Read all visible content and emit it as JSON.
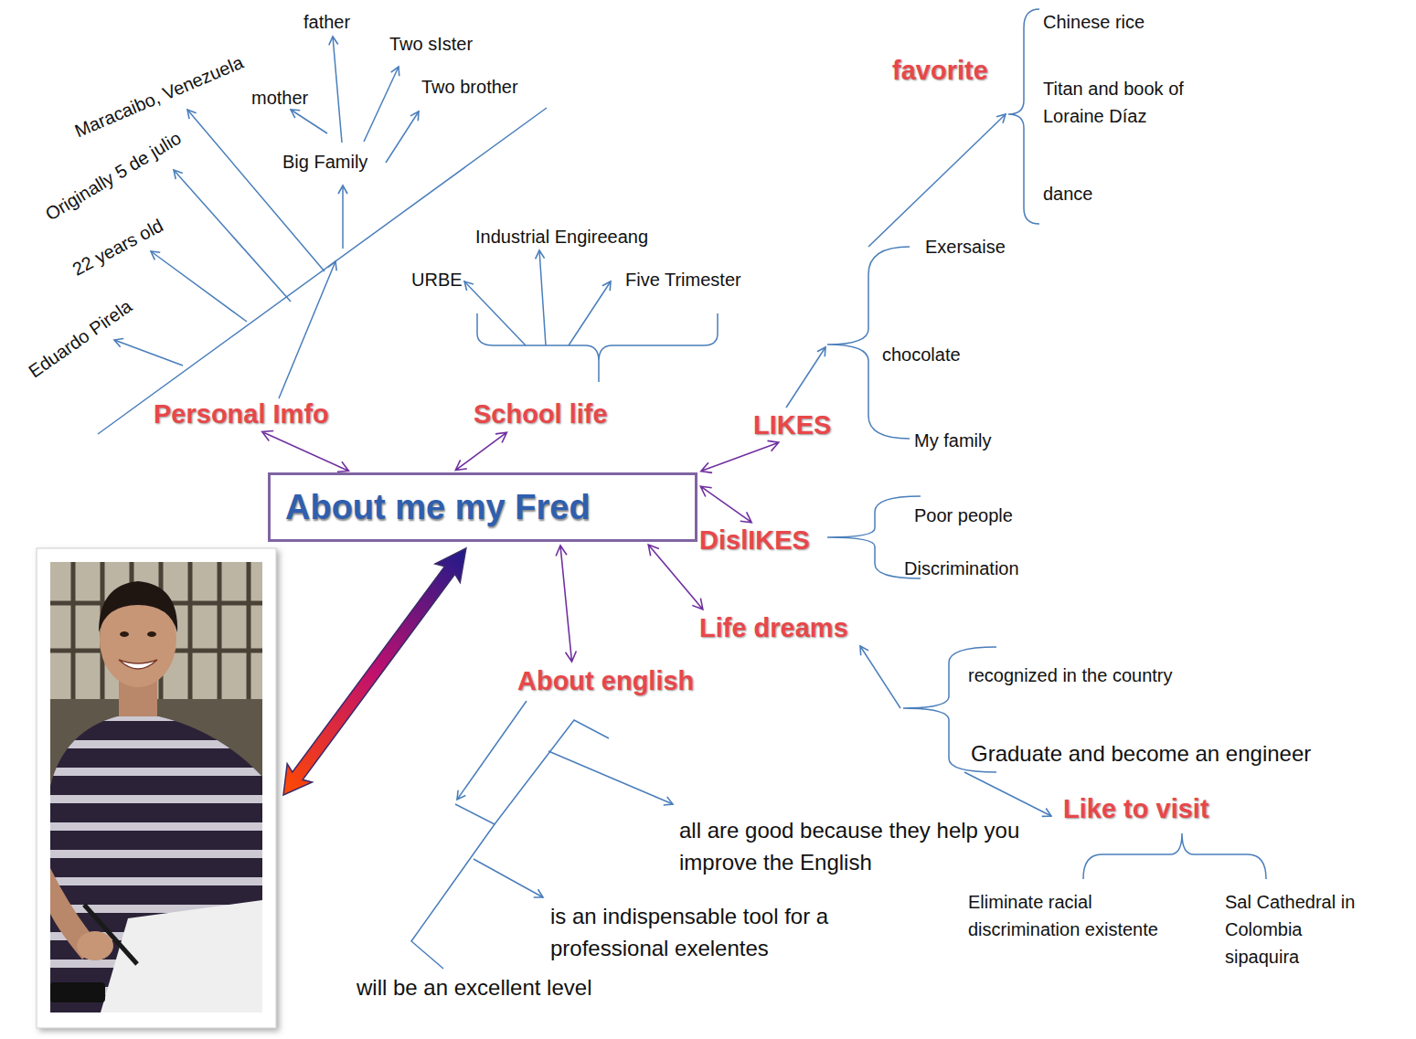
{
  "diagram": {
    "nodes": [
      {
        "text": [
          "About me my Fred"
        ]
      },
      {
        "text": [
          "Personal Imfo"
        ]
      },
      {
        "text": [
          "School life"
        ]
      },
      {
        "text": [
          "LIKES"
        ]
      },
      {
        "text": [
          "DislIKES"
        ]
      },
      {
        "text": [
          "Life dreams"
        ]
      },
      {
        "text": [
          "About english"
        ]
      },
      {
        "text": [
          "Like to visit"
        ]
      },
      {
        "text": [
          "favorite"
        ]
      }
    ],
    "edges": [
      {
        "from": 0,
        "to": 1,
        "arrow": "both"
      },
      {
        "from": 0,
        "to": 2,
        "arrow": "both"
      },
      {
        "from": 0,
        "to": 3,
        "arrow": "both"
      },
      {
        "from": 0,
        "to": 4,
        "arrow": "both"
      },
      {
        "from": 0,
        "to": 5,
        "arrow": "both"
      },
      {
        "from": 0,
        "to": 6,
        "arrow": "both"
      }
    ],
    "labels": [
      "father",
      "Two sIster",
      "Two brother",
      "mother",
      "Big Family",
      "Maracaibo, Venezuela",
      "Originally 5 de julio",
      "22 years old",
      "Eduardo Pirela",
      "URBE",
      "Industrial Engireeang",
      "Five Trimester",
      "Chinese rice",
      "Titan and book of Loraine Díaz",
      "dance",
      "Exersaise",
      "chocolate",
      "My family",
      "Poor people",
      "Discrimination",
      "recognized in the country",
      "Graduate and become an engineer",
      "Eliminate racial discrimination existente",
      "Sal Cathedral in Colombia sipaquira",
      "all are good because they help you improve the English",
      "is an indispensable tool for a professional exelentes",
      "will be an excellent level"
    ]
  }
}
